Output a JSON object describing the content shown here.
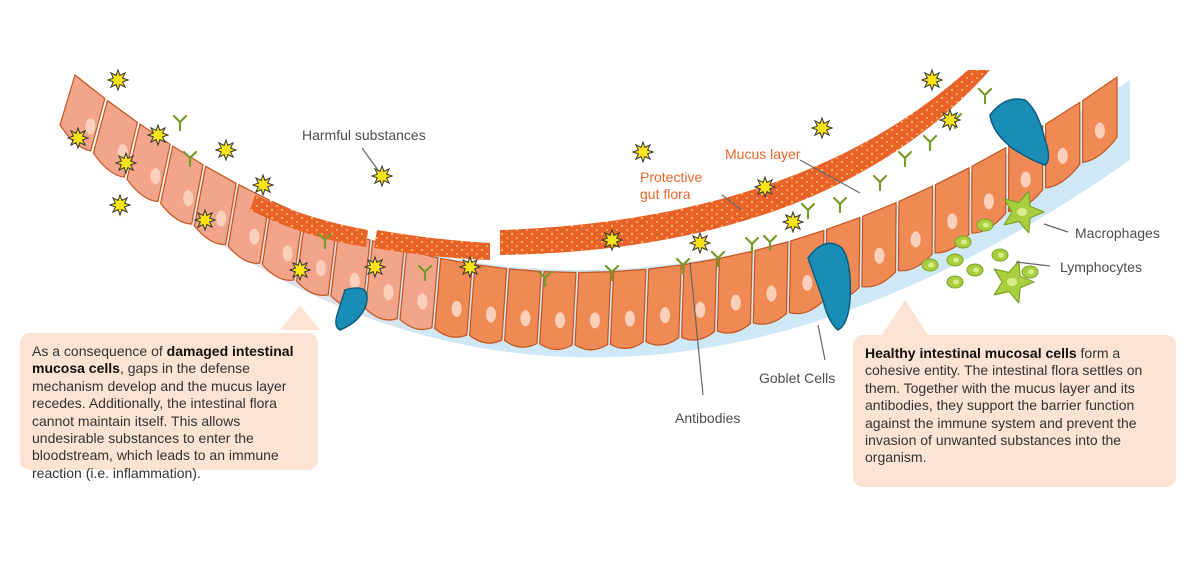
{
  "labels": {
    "harmful": "Harmful substances",
    "mucus": "Mucus layer",
    "flora_line1": "Protective",
    "flora_line2": "gut flora",
    "macrophages": "Macrophages",
    "lymphocytes": "Lymphocytes",
    "goblet": "Goblet Cells",
    "antibodies": "Antibodies"
  },
  "left_box": {
    "prefix": "As a consequence of ",
    "bold": "damaged intestinal mucosa cells",
    "text": ", gaps in the defense mechanism develop and the mucus layer recedes. Additionally, the intestinal flora cannot maintain itself. This allows undesirable substances to enter the bloodstream, which leads to an immune reaction (i.e. inflammation)."
  },
  "right_box": {
    "bold": "Healthy intestinal mucosal cells",
    "text": " form a cohesive entity. The intestinal flora settles on them. Together with the mucus layer and its antibodies, they support the barrier function against the immune system and prevent the invasion of unwanted substances into the organism."
  },
  "colors": {
    "cell": "#f08a55",
    "cell_damaged": "#f2a58a",
    "cell_outline": "#c45520",
    "nucleus": "#fbd0bb",
    "mucus": "#e9622a",
    "flora_dots": "#f7c24b",
    "lumen": "#cfe8f6",
    "goblet": "#1a8db7",
    "antibody": "#7a9a2c",
    "lymphocyte": "#a9cf3f",
    "star": "#f7e318",
    "text_box": "#fde3d4"
  }
}
